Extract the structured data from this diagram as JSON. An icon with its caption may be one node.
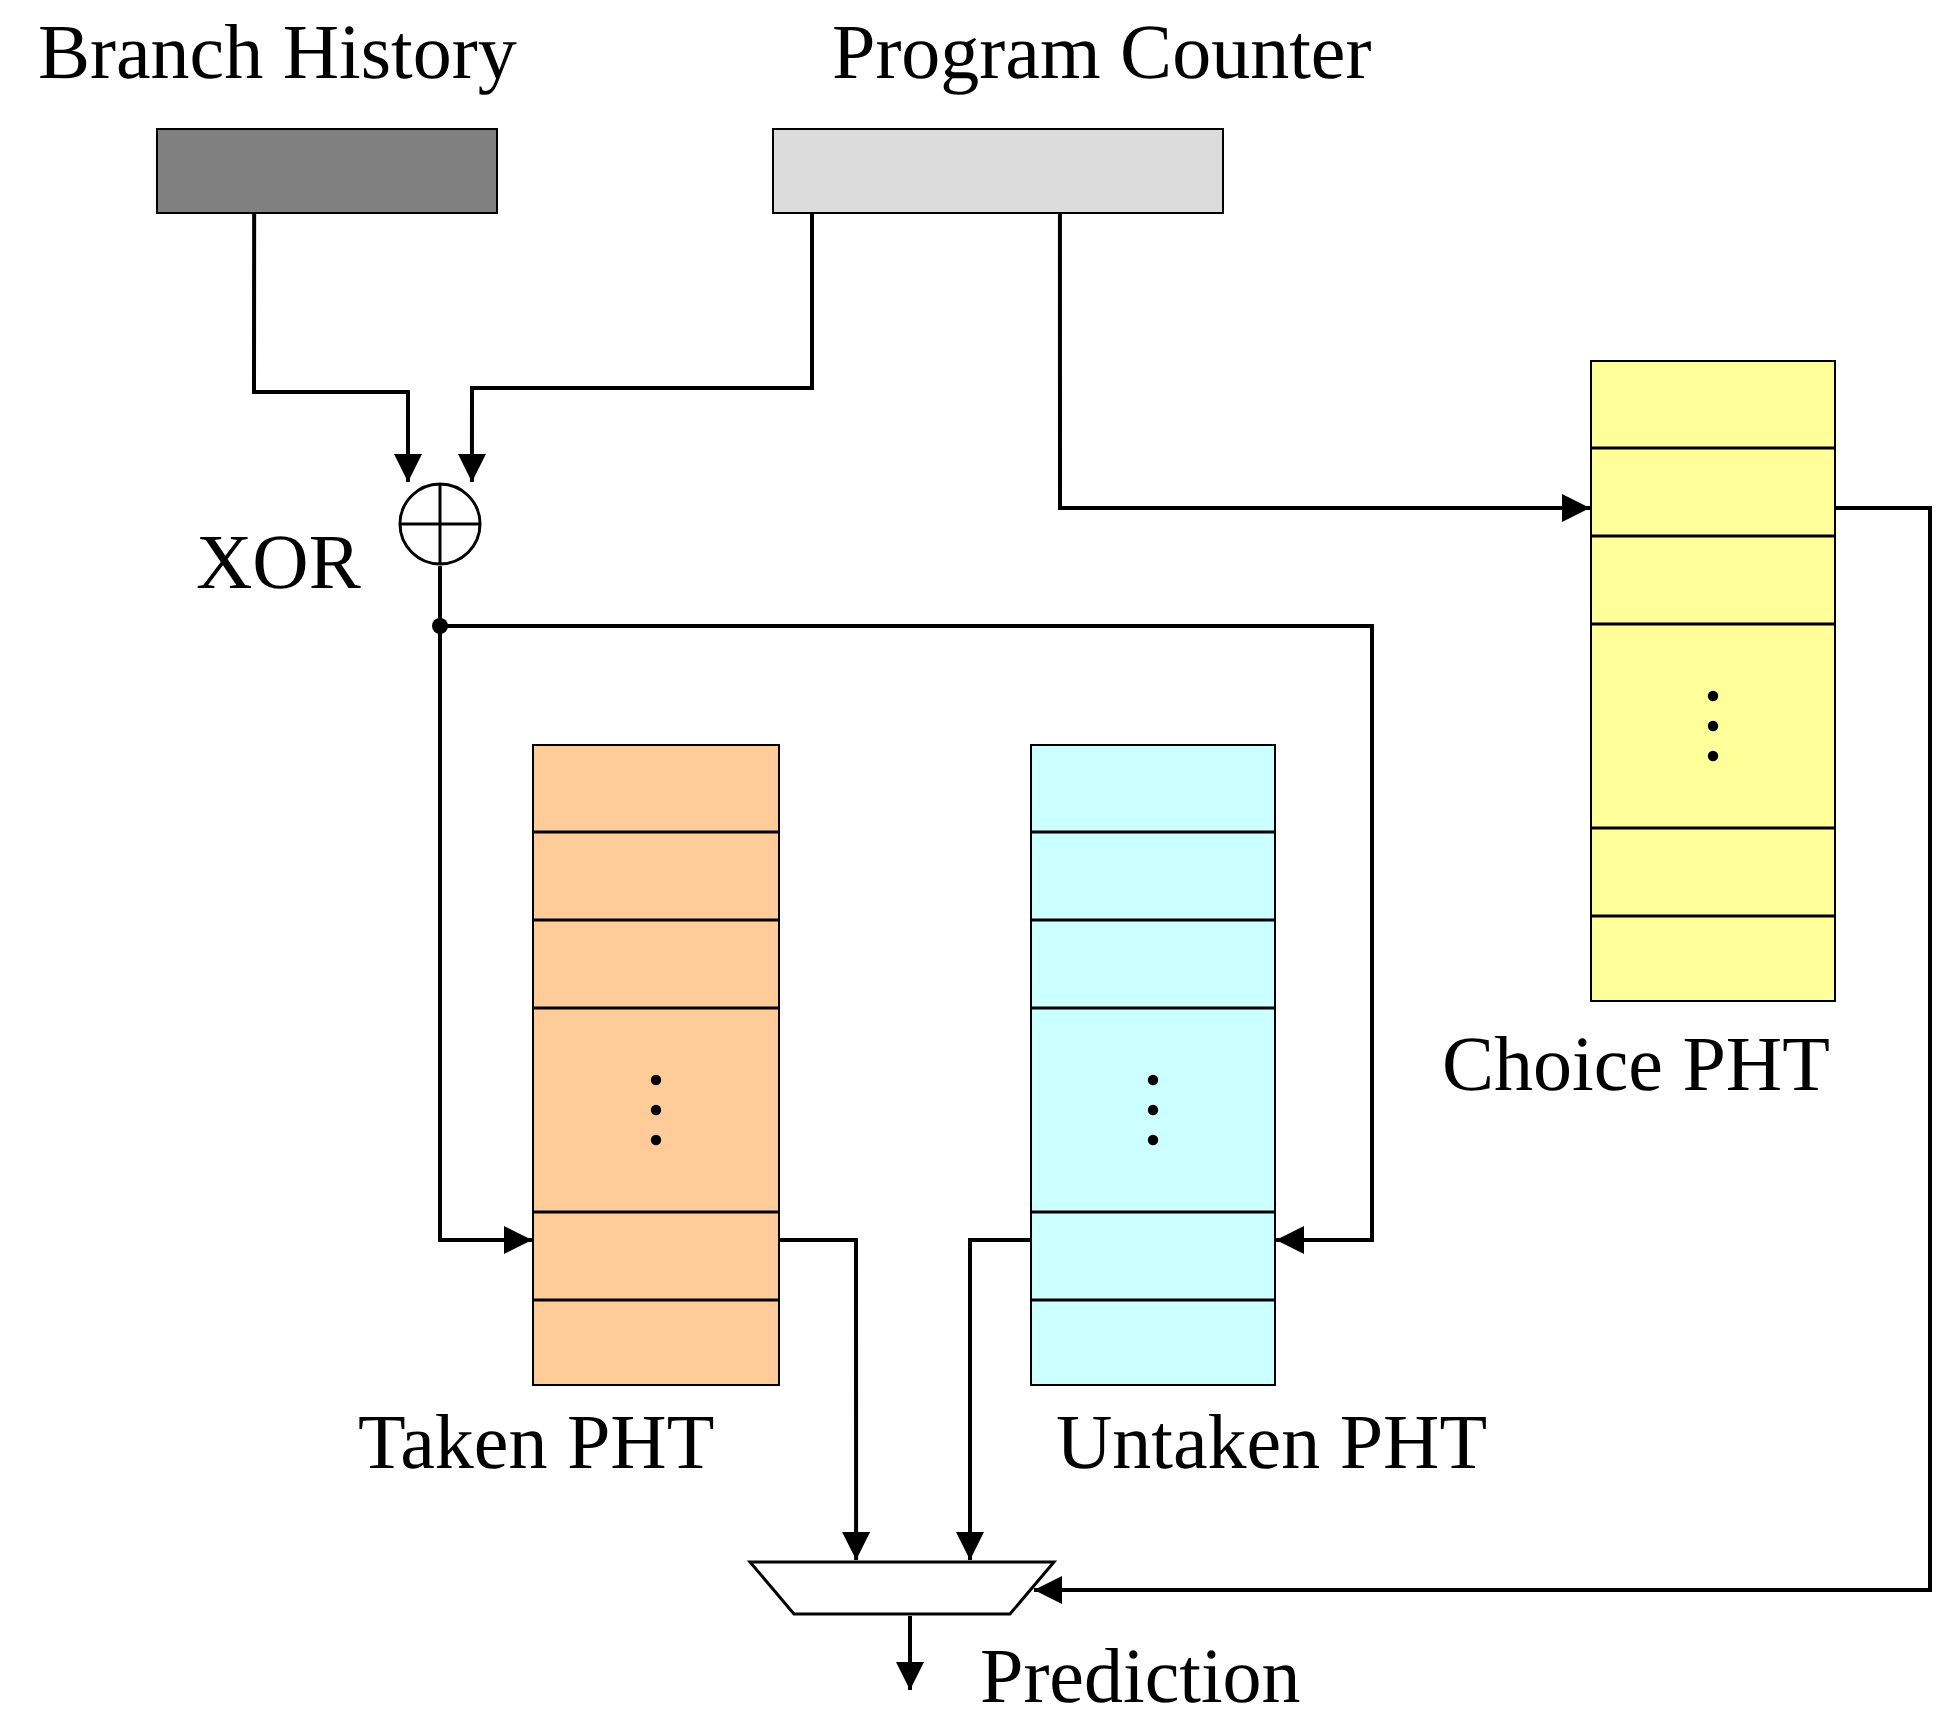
{
  "diagram": {
    "nodes": [
      {
        "text": [
          "Branch History"
        ]
      },
      {
        "text": [
          "Program Counter"
        ]
      },
      {
        "text": [
          "XOR"
        ]
      },
      {
        "text": [
          "Choice PHT"
        ]
      },
      {
        "text": [
          "Taken PHT"
        ]
      },
      {
        "text": [
          "Untaken PHT"
        ]
      },
      {
        "text": [],
        "shape": "trapezoid"
      }
    ],
    "edges": [
      {
        "from": 0,
        "to": 2,
        "arrow": "to"
      },
      {
        "from": 1,
        "to": 2,
        "arrow": "to"
      },
      {
        "from": 1,
        "to": 3,
        "arrow": "to"
      },
      {
        "from": 2,
        "to": 4,
        "arrow": "to"
      },
      {
        "from": 2,
        "to": 5,
        "arrow": "to"
      },
      {
        "from": 4,
        "to": 6,
        "arrow": "to"
      },
      {
        "from": 5,
        "to": 6,
        "arrow": "to"
      },
      {
        "from": 3,
        "to": 6,
        "arrow": "to"
      },
      {
        "from": 6,
        "to": null,
        "arrow": "to"
      }
    ],
    "labels": [
      "Prediction"
    ]
  }
}
